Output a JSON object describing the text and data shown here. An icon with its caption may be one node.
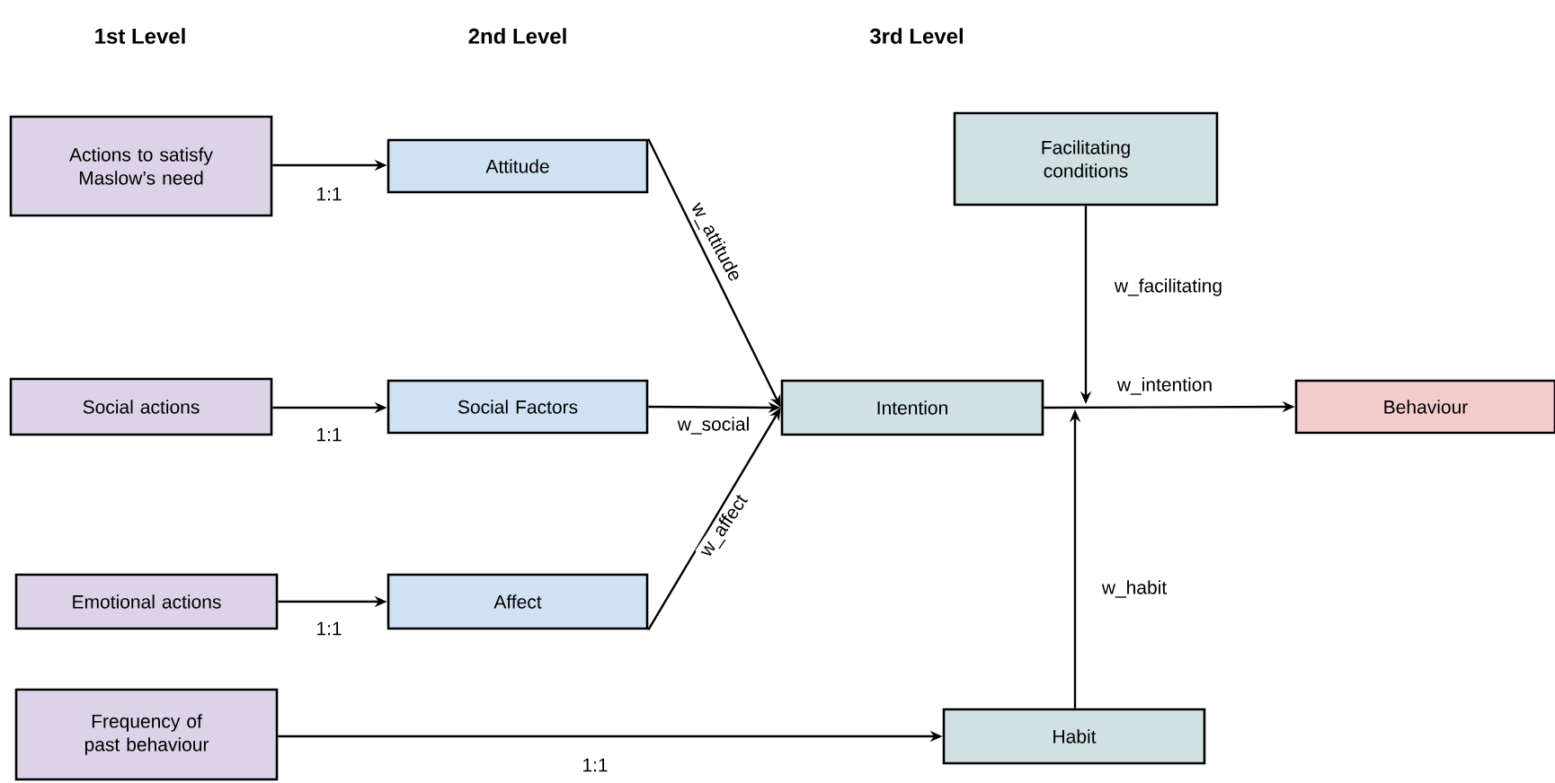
{
  "diagram": {
    "nodes": [
      {
        "text": [
          "Actions to satisfy Maslow’s need"
        ]
      },
      {
        "text": [
          "Social actions"
        ]
      },
      {
        "text": [
          "Emotional actions"
        ]
      },
      {
        "text": [
          "Frequency of past behaviour"
        ]
      },
      {
        "text": [
          "Attitude"
        ]
      },
      {
        "text": [
          "Social Factors"
        ]
      },
      {
        "text": [
          "Affect"
        ]
      },
      {
        "text": [
          "Facilitating conditions"
        ]
      },
      {
        "text": [
          "Intention"
        ]
      },
      {
        "text": [
          "Behaviour"
        ]
      },
      {
        "text": [
          "Habit"
        ]
      }
    ],
    "edges": [
      {
        "from": 0,
        "to": 4,
        "arrow": "to",
        "label": "1:1"
      },
      {
        "from": 1,
        "to": 5,
        "arrow": "to",
        "label": "1:1"
      },
      {
        "from": 2,
        "to": 6,
        "arrow": "to",
        "label": "1:1"
      },
      {
        "from": 3,
        "to": 10,
        "arrow": "to",
        "label": "1:1"
      },
      {
        "from": 4,
        "to": 8,
        "arrow": "to",
        "label": "w_attitude"
      },
      {
        "from": 5,
        "to": 8,
        "arrow": "to",
        "label": "w_social"
      },
      {
        "from": 6,
        "to": 8,
        "arrow": "to",
        "label": "w_affect"
      },
      {
        "from": 8,
        "to": 9,
        "arrow": "to",
        "label": "w_intention"
      },
      {
        "from": 7,
        "to": null,
        "arrow": "to",
        "label": "w_facilitating"
      },
      {
        "from": 10,
        "to": null,
        "arrow": "to",
        "label": "w_habit"
      }
    ],
    "labels": [
      "1st Level",
      "2nd Level",
      "3rd Level"
    ]
  }
}
